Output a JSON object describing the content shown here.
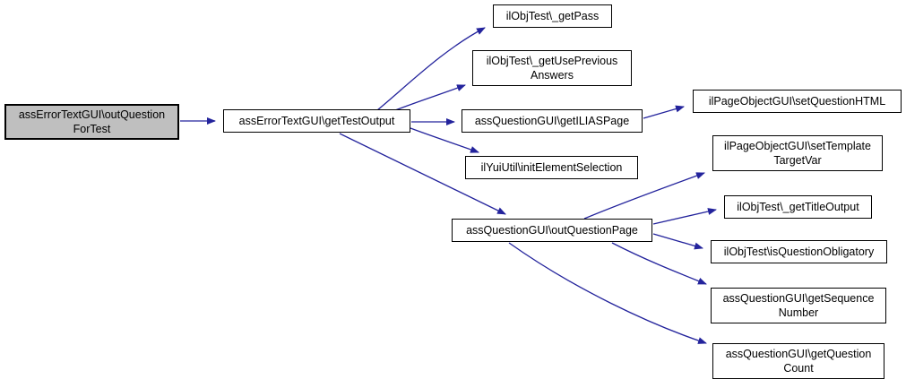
{
  "diagram": {
    "type": "call-graph",
    "colors": {
      "background": "#ffffff",
      "edge": "#23239c",
      "node_fill": "#ffffff",
      "node_border": "#000000",
      "highlight_fill": "#bfbfbf"
    },
    "nodes": [
      {
        "id": "outQuestionForTest",
        "label": "assErrorTextGUI\\outQuestion\nForTest",
        "highlighted": true
      },
      {
        "id": "getTestOutput",
        "label": "assErrorTextGUI\\getTestOutput",
        "highlighted": false
      },
      {
        "id": "getPass",
        "label": "ilObjTest\\_getPass",
        "highlighted": false
      },
      {
        "id": "getUsePreviousAnswers",
        "label": "ilObjTest\\_getUsePrevious\nAnswers",
        "highlighted": false
      },
      {
        "id": "getILIASPage",
        "label": "assQuestionGUI\\getILIASPage",
        "highlighted": false
      },
      {
        "id": "setQuestionHTML",
        "label": "ilPageObjectGUI\\setQuestionHTML",
        "highlighted": false
      },
      {
        "id": "initElementSelection",
        "label": "ilYuiUtil\\initElementSelection",
        "highlighted": false
      },
      {
        "id": "outQuestionPage",
        "label": "assQuestionGUI\\outQuestionPage",
        "highlighted": false
      },
      {
        "id": "setTemplateTargetVar",
        "label": "ilPageObjectGUI\\setTemplate\nTargetVar",
        "highlighted": false
      },
      {
        "id": "getTitleOutput",
        "label": "ilObjTest\\_getTitleOutput",
        "highlighted": false
      },
      {
        "id": "isQuestionObligatory",
        "label": "ilObjTest\\isQuestionObligatory",
        "highlighted": false
      },
      {
        "id": "getSequenceNumber",
        "label": "assQuestionGUI\\getSequence\nNumber",
        "highlighted": false
      },
      {
        "id": "getQuestionCount",
        "label": "assQuestionGUI\\getQuestion\nCount",
        "highlighted": false
      }
    ],
    "edges": [
      {
        "from": "outQuestionForTest",
        "to": "getTestOutput"
      },
      {
        "from": "getTestOutput",
        "to": "getPass"
      },
      {
        "from": "getTestOutput",
        "to": "getUsePreviousAnswers"
      },
      {
        "from": "getTestOutput",
        "to": "getILIASPage"
      },
      {
        "from": "getTestOutput",
        "to": "initElementSelection"
      },
      {
        "from": "getTestOutput",
        "to": "outQuestionPage"
      },
      {
        "from": "getILIASPage",
        "to": "setQuestionHTML"
      },
      {
        "from": "outQuestionPage",
        "to": "setTemplateTargetVar"
      },
      {
        "from": "outQuestionPage",
        "to": "getTitleOutput"
      },
      {
        "from": "outQuestionPage",
        "to": "isQuestionObligatory"
      },
      {
        "from": "outQuestionPage",
        "to": "getSequenceNumber"
      },
      {
        "from": "outQuestionPage",
        "to": "getQuestionCount"
      }
    ]
  }
}
